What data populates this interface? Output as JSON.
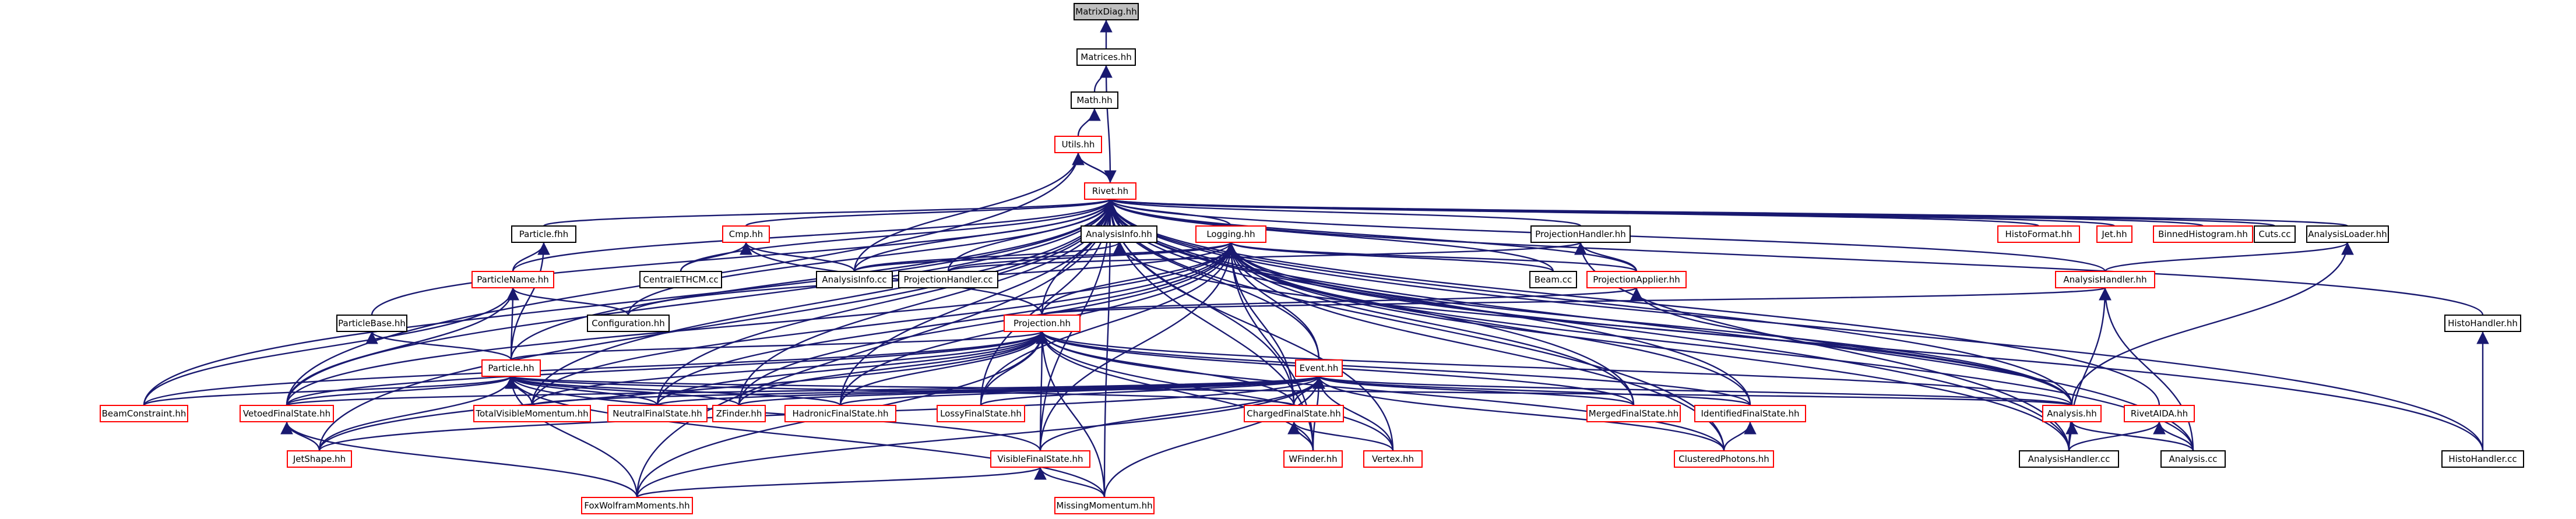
{
  "graph": {
    "nodes": [
      {
        "id": "matrixdiag",
        "label": "MatrixDiag.hh",
        "style": "root"
      },
      {
        "id": "matrices",
        "label": "Matrices.hh",
        "style": "std"
      },
      {
        "id": "math",
        "label": "Math.hh",
        "style": "std"
      },
      {
        "id": "utils",
        "label": "Utils.hh",
        "style": "red"
      },
      {
        "id": "rivet",
        "label": "Rivet.hh",
        "style": "red"
      },
      {
        "id": "particlefhh",
        "label": "Particle.fhh",
        "style": "std"
      },
      {
        "id": "cmp",
        "label": "Cmp.hh",
        "style": "red"
      },
      {
        "id": "analysisinfohh",
        "label": "AnalysisInfo.hh",
        "style": "std"
      },
      {
        "id": "logging",
        "label": "Logging.hh",
        "style": "red"
      },
      {
        "id": "projhandler",
        "label": "ProjectionHandler.hh",
        "style": "std"
      },
      {
        "id": "histoformat",
        "label": "HistoFormat.hh",
        "style": "red"
      },
      {
        "id": "jet",
        "label": "Jet.hh",
        "style": "red"
      },
      {
        "id": "binnedhisto",
        "label": "BinnedHistogram.hh",
        "style": "red"
      },
      {
        "id": "cutscc",
        "label": "Cuts.cc",
        "style": "std"
      },
      {
        "id": "analysisloader",
        "label": "AnalysisLoader.hh",
        "style": "std"
      },
      {
        "id": "particlename",
        "label": "ParticleName.hh",
        "style": "red"
      },
      {
        "id": "centraletcm",
        "label": "CentralETHCM.cc",
        "style": "std"
      },
      {
        "id": "analysisinfocc",
        "label": "AnalysisInfo.cc",
        "style": "std"
      },
      {
        "id": "projhandlercc",
        "label": "ProjectionHandler.cc",
        "style": "std"
      },
      {
        "id": "beamcc",
        "label": "Beam.cc",
        "style": "std"
      },
      {
        "id": "projapplier",
        "label": "ProjectionApplier.hh",
        "style": "red"
      },
      {
        "id": "analysishandlerhh",
        "label": "AnalysisHandler.hh",
        "style": "red"
      },
      {
        "id": "particlebase",
        "label": "ParticleBase.hh",
        "style": "std"
      },
      {
        "id": "configuration",
        "label": "Configuration.hh",
        "style": "std"
      },
      {
        "id": "projection",
        "label": "Projection.hh",
        "style": "red"
      },
      {
        "id": "histohandlerhh",
        "label": "HistoHandler.hh",
        "style": "std"
      },
      {
        "id": "particle",
        "label": "Particle.hh",
        "style": "red"
      },
      {
        "id": "event",
        "label": "Event.hh",
        "style": "red"
      },
      {
        "id": "beamconstraint",
        "label": "BeamConstraint.hh",
        "style": "red"
      },
      {
        "id": "vetoedfs",
        "label": "VetoedFinalState.hh",
        "style": "red"
      },
      {
        "id": "totalvisible",
        "label": "TotalVisibleMomentum.hh",
        "style": "red"
      },
      {
        "id": "neutralfs",
        "label": "NeutralFinalState.hh",
        "style": "red"
      },
      {
        "id": "zfinder",
        "label": "ZFinder.hh",
        "style": "red"
      },
      {
        "id": "hadronicfs",
        "label": "HadronicFinalState.hh",
        "style": "red"
      },
      {
        "id": "lossyfs",
        "label": "LossyFinalState.hh",
        "style": "red"
      },
      {
        "id": "chargedfs",
        "label": "ChargedFinalState.hh",
        "style": "red"
      },
      {
        "id": "mergedfs",
        "label": "MergedFinalState.hh",
        "style": "red"
      },
      {
        "id": "identifiedfs",
        "label": "IdentifiedFinalState.hh",
        "style": "red"
      },
      {
        "id": "analysis",
        "label": "Analysis.hh",
        "style": "red"
      },
      {
        "id": "rivetaida",
        "label": "RivetAIDA.hh",
        "style": "red"
      },
      {
        "id": "jetshape",
        "label": "JetShape.hh",
        "style": "red"
      },
      {
        "id": "visiblefs",
        "label": "VisibleFinalState.hh",
        "style": "red"
      },
      {
        "id": "wfinder",
        "label": "WFinder.hh",
        "style": "red"
      },
      {
        "id": "vertex",
        "label": "Vertex.hh",
        "style": "red"
      },
      {
        "id": "clusteredphotons",
        "label": "ClusteredPhotons.hh",
        "style": "red"
      },
      {
        "id": "analysishandlercc",
        "label": "AnalysisHandler.cc",
        "style": "std"
      },
      {
        "id": "analysiscc",
        "label": "Analysis.cc",
        "style": "std"
      },
      {
        "id": "histohandlercc",
        "label": "HistoHandler.cc",
        "style": "std"
      },
      {
        "id": "foxwolfram",
        "label": "FoxWolframMoments.hh",
        "style": "red"
      },
      {
        "id": "missingmomentum",
        "label": "MissingMomentum.hh",
        "style": "red"
      }
    ],
    "edges": [
      [
        "matrixdiag",
        "matrices"
      ],
      [
        "matrices",
        "math"
      ],
      [
        "matrices",
        "rivet"
      ],
      [
        "math",
        "utils"
      ],
      [
        "utils",
        "rivet"
      ],
      [
        "rivet",
        "utils"
      ],
      [
        "utils",
        "analysisinfocc"
      ],
      [
        "utils",
        "vetoedfs"
      ],
      [
        "rivet",
        "particlefhh"
      ],
      [
        "rivet",
        "cmp"
      ],
      [
        "rivet",
        "analysisinfohh"
      ],
      [
        "rivet",
        "logging"
      ],
      [
        "rivet",
        "projhandler"
      ],
      [
        "rivet",
        "histoformat"
      ],
      [
        "rivet",
        "jet"
      ],
      [
        "rivet",
        "binnedhisto"
      ],
      [
        "rivet",
        "cutscc"
      ],
      [
        "rivet",
        "analysisloader"
      ],
      [
        "rivet",
        "particlename"
      ],
      [
        "rivet",
        "centraletcm"
      ],
      [
        "rivet",
        "analysisinfocc"
      ],
      [
        "rivet",
        "projhandlercc"
      ],
      [
        "rivet",
        "beamcc"
      ],
      [
        "rivet",
        "projapplier"
      ],
      [
        "rivet",
        "analysishandlerhh"
      ],
      [
        "rivet",
        "particlebase"
      ],
      [
        "rivet",
        "configuration"
      ],
      [
        "rivet",
        "projection"
      ],
      [
        "rivet",
        "histohandlerhh"
      ],
      [
        "rivet",
        "particle"
      ],
      [
        "rivet",
        "event"
      ],
      [
        "rivet",
        "beamconstraint"
      ],
      [
        "rivet",
        "vetoedfs"
      ],
      [
        "rivet",
        "totalvisible"
      ],
      [
        "rivet",
        "neutralfs"
      ],
      [
        "rivet",
        "zfinder"
      ],
      [
        "rivet",
        "hadronicfs"
      ],
      [
        "rivet",
        "lossyfs"
      ],
      [
        "rivet",
        "chargedfs"
      ],
      [
        "rivet",
        "mergedfs"
      ],
      [
        "rivet",
        "identifiedfs"
      ],
      [
        "rivet",
        "analysis"
      ],
      [
        "rivet",
        "rivetaida"
      ],
      [
        "rivet",
        "jetshape"
      ],
      [
        "rivet",
        "visiblefs"
      ],
      [
        "rivet",
        "wfinder"
      ],
      [
        "rivet",
        "vertex"
      ],
      [
        "rivet",
        "clusteredphotons"
      ],
      [
        "rivet",
        "analysishandlercc"
      ],
      [
        "rivet",
        "analysiscc"
      ],
      [
        "rivet",
        "histohandlercc"
      ],
      [
        "rivet",
        "foxwolfram"
      ],
      [
        "rivet",
        "missingmomentum"
      ],
      [
        "particlefhh",
        "particlename"
      ],
      [
        "particlefhh",
        "particle"
      ],
      [
        "particlename",
        "particle"
      ],
      [
        "particlename",
        "configuration"
      ],
      [
        "particlename",
        "beamconstraint"
      ],
      [
        "particlename",
        "vetoedfs"
      ],
      [
        "particlebase",
        "particle"
      ],
      [
        "cmp",
        "projection"
      ],
      [
        "cmp",
        "analysisinfocc"
      ],
      [
        "cmp",
        "centraletcm"
      ],
      [
        "analysisinfohh",
        "analysisinfocc"
      ],
      [
        "analysisinfohh",
        "analysis"
      ],
      [
        "logging",
        "projection"
      ],
      [
        "logging",
        "analysisinfocc"
      ],
      [
        "logging",
        "projhandlercc"
      ],
      [
        "logging",
        "projapplier"
      ],
      [
        "logging",
        "beamcc"
      ],
      [
        "logging",
        "configuration"
      ],
      [
        "logging",
        "event"
      ],
      [
        "logging",
        "chargedfs"
      ],
      [
        "logging",
        "lossyfs"
      ],
      [
        "logging",
        "hadronicfs"
      ],
      [
        "logging",
        "zfinder"
      ],
      [
        "logging",
        "neutralfs"
      ],
      [
        "logging",
        "totalvisible"
      ],
      [
        "logging",
        "vetoedfs"
      ],
      [
        "logging",
        "mergedfs"
      ],
      [
        "logging",
        "identifiedfs"
      ],
      [
        "logging",
        "analysis"
      ],
      [
        "logging",
        "analysishandlercc"
      ],
      [
        "logging",
        "analysiscc"
      ],
      [
        "logging",
        "histohandlercc"
      ],
      [
        "logging",
        "visiblefs"
      ],
      [
        "logging",
        "wfinder"
      ],
      [
        "logging",
        "clusteredphotons"
      ],
      [
        "projhandler",
        "projhandlercc"
      ],
      [
        "projhandler",
        "projapplier"
      ],
      [
        "projhandler",
        "analysishandlercc"
      ],
      [
        "projapplier",
        "projection"
      ],
      [
        "projapplier",
        "analysis"
      ],
      [
        "analysisloader",
        "analysishandlerhh"
      ],
      [
        "analysisloader",
        "analysis"
      ],
      [
        "analysishandlerhh",
        "analysishandlercc"
      ],
      [
        "analysishandlerhh",
        "analysiscc"
      ],
      [
        "analysishandlerhh",
        "projection"
      ],
      [
        "histohandlerhh",
        "histohandlercc"
      ],
      [
        "projection",
        "particle"
      ],
      [
        "projection",
        "vetoedfs"
      ],
      [
        "projection",
        "totalvisible"
      ],
      [
        "projection",
        "neutralfs"
      ],
      [
        "projection",
        "zfinder"
      ],
      [
        "projection",
        "hadronicfs"
      ],
      [
        "projection",
        "lossyfs"
      ],
      [
        "projection",
        "chargedfs"
      ],
      [
        "projection",
        "mergedfs"
      ],
      [
        "projection",
        "identifiedfs"
      ],
      [
        "projection",
        "analysis"
      ],
      [
        "projection",
        "visiblefs"
      ],
      [
        "projection",
        "wfinder"
      ],
      [
        "projection",
        "clusteredphotons"
      ],
      [
        "projection",
        "foxwolfram"
      ],
      [
        "projection",
        "missingmomentum"
      ],
      [
        "projection",
        "jetshape"
      ],
      [
        "projection",
        "vertex"
      ],
      [
        "projection",
        "beamconstraint"
      ],
      [
        "particle",
        "beamconstraint"
      ],
      [
        "particle",
        "vetoedfs"
      ],
      [
        "particle",
        "totalvisible"
      ],
      [
        "particle",
        "neutralfs"
      ],
      [
        "particle",
        "zfinder"
      ],
      [
        "particle",
        "hadronicfs"
      ],
      [
        "particle",
        "jetshape"
      ],
      [
        "particle",
        "visiblefs"
      ],
      [
        "particle",
        "foxwolfram"
      ],
      [
        "particle",
        "missingmomentum"
      ],
      [
        "particle",
        "chargedfs"
      ],
      [
        "particle",
        "analysis"
      ],
      [
        "event",
        "chargedfs"
      ],
      [
        "event",
        "lossyfs"
      ],
      [
        "event",
        "hadronicfs"
      ],
      [
        "event",
        "zfinder"
      ],
      [
        "event",
        "neutralfs"
      ],
      [
        "event",
        "totalvisible"
      ],
      [
        "event",
        "vetoedfs"
      ],
      [
        "event",
        "mergedfs"
      ],
      [
        "event",
        "identifiedfs"
      ],
      [
        "event",
        "analysis"
      ],
      [
        "event",
        "visiblefs"
      ],
      [
        "event",
        "wfinder"
      ],
      [
        "event",
        "vertex"
      ],
      [
        "event",
        "clusteredphotons"
      ],
      [
        "event",
        "foxwolfram"
      ],
      [
        "event",
        "missingmomentum"
      ],
      [
        "event",
        "jetshape"
      ],
      [
        "chargedfs",
        "wfinder"
      ],
      [
        "chargedfs",
        "vertex"
      ],
      [
        "identifiedfs",
        "clusteredphotons"
      ],
      [
        "vetoedfs",
        "jetshape"
      ],
      [
        "vetoedfs",
        "foxwolfram"
      ],
      [
        "visiblefs",
        "foxwolfram"
      ],
      [
        "visiblefs",
        "missingmomentum"
      ],
      [
        "analysis",
        "analysishandlercc"
      ],
      [
        "analysis",
        "analysiscc"
      ],
      [
        "rivetaida",
        "analysiscc"
      ],
      [
        "rivetaida",
        "analysishandlercc"
      ]
    ]
  }
}
